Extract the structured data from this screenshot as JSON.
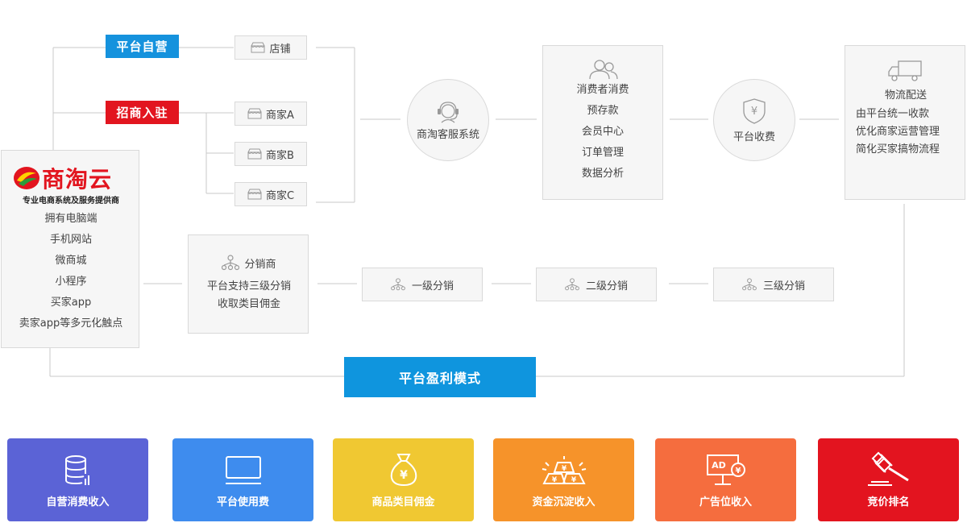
{
  "colors": {
    "blue_tag": "#1592dd",
    "red_tag": "#e2151f",
    "banner": "#0f95de",
    "line": "#c9c9c9",
    "card1": "#5b63d6",
    "card2": "#3e8cee",
    "card3": "#f0c832",
    "card4": "#f6932a",
    "card5": "#f56d3e",
    "card6": "#e3141f"
  },
  "tags": {
    "self_run": "平台自营",
    "merchant_join": "招商入驻"
  },
  "shops": {
    "store": "店铺",
    "merchant_a": "商家A",
    "merchant_b": "商家B",
    "merchant_c": "商家C"
  },
  "brand": {
    "logo_text": "商淘云",
    "slogan": "专业电商系统及服务提供商",
    "items": [
      "拥有电脑端",
      "手机网站",
      "微商城",
      "小程序",
      "买家app",
      "卖家app等多元化触点"
    ]
  },
  "service": {
    "label": "商淘客服系统",
    "icon": "headset-icon"
  },
  "consumer": {
    "icon": "users-icon",
    "items": [
      "消费者消费",
      "预存款",
      "会员中心",
      "订单管理",
      "数据分析"
    ]
  },
  "fee": {
    "label": "平台收费",
    "icon": "yen-shield-icon"
  },
  "logistics": {
    "icon": "truck-icon",
    "title": "物流配送",
    "items": [
      "由平台统一收款",
      "优化商家运营管理",
      "简化买家搞物流程"
    ]
  },
  "distributor": {
    "icon": "network-icon",
    "title": "分销商",
    "line1": "平台支持三级分销",
    "line2": "收取类目佣金"
  },
  "levels": [
    "一级分销",
    "二级分销",
    "三级分销"
  ],
  "banner": "平台盈利模式",
  "cards": [
    {
      "label": "自营消费收入",
      "icon": "database-icon"
    },
    {
      "label": "平台使用费",
      "icon": "monitor-icon"
    },
    {
      "label": "商品类目佣金",
      "icon": "money-bag-icon"
    },
    {
      "label": "资金沉淀收入",
      "icon": "gold-bars-icon"
    },
    {
      "label": "广告位收入",
      "icon": "ad-board-icon"
    },
    {
      "label": "竞价排名",
      "icon": "gavel-icon"
    }
  ]
}
